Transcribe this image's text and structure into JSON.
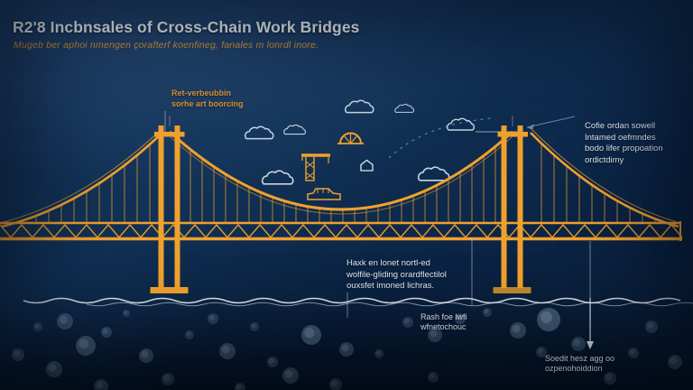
{
  "header": {
    "title": "R2'8 Incbnsales of Cross-Chain Work Bridges",
    "subtitle": "Mugeb ber aphoi nmengen çorafterf koenfineg, fanales m lonrdl inore."
  },
  "annotations": {
    "tower_left_label": {
      "line1": "Ret-verbeubbin",
      "line2": "sorhe art boorcing"
    },
    "tower_right_label": {
      "line1": "Cofie ordan sowell",
      "line2": "Intamed oefmndes",
      "line3": "bodo lifer propoation",
      "line4": "ordictdimy"
    },
    "deck_label": {
      "line1": "Haxk en lonet nortl-ed",
      "line2": "wolfile-gliding orardflectilol",
      "line3": "ouxsfet imoned lichras."
    },
    "water_label": {
      "line1": "Rash foe lwfi",
      "line2": "wfnetochouc"
    },
    "foundation_label": {
      "line1": "Soedit hesz agg oo",
      "line2": "ozpenohoiddion"
    }
  },
  "figure": {
    "subject": "suspension-bridge-cross-section-illustration",
    "elements": [
      "suspension-bridge",
      "left-tower",
      "right-tower",
      "truss-deck",
      "main-cables",
      "construction-crane",
      "vehicle",
      "arch",
      "house",
      "clouds",
      "birds-path",
      "waterline",
      "underwater-bubbles"
    ]
  },
  "colors": {
    "background_navy": "#0f2d51",
    "bridge_orange": "#f0a12d",
    "accent_text_orange": "#dd9234",
    "label_white": "#e4eaf0",
    "cloud_white": "#dce6ef",
    "water_line_white": "#edf2f7",
    "bubble_blue": "#9fc0d8"
  }
}
